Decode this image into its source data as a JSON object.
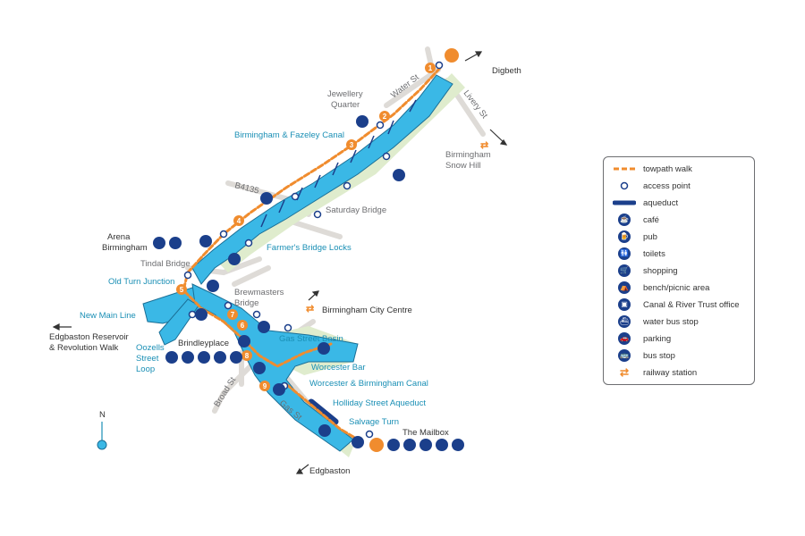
{
  "labels": {
    "digbeth": "Digbeth",
    "water_st": "Water St",
    "livery_st": "Livery St",
    "jewellery_quarter_1": "Jewellery",
    "jewellery_quarter_2": "Quarter",
    "fazeley_canal": "Birmingham & Fazeley Canal",
    "snow_hill_1": "Birmingham",
    "snow_hill_2": "Snow Hill",
    "b4135": "B4135",
    "saturday_bridge": "Saturday Bridge",
    "farmers_bridge": "Farmer's Bridge Locks",
    "arena_1": "Arena",
    "arena_2": "Birmingham",
    "tindal_bridge": "Tindal Bridge",
    "old_turn": "Old Turn Junction",
    "brewmasters_1": "Brewmasters",
    "brewmasters_2": "Bridge",
    "city_centre": "Birmingham City Centre",
    "new_main_line": "New Main Line",
    "edgbaston_res_1": "Edgbaston Reservoir",
    "edgbaston_res_2": "& Revolution Walk",
    "brindleyplace": "Brindleyplace",
    "oozells_1": "Oozells",
    "oozells_2": "Street",
    "oozells_3": "Loop",
    "gas_street_basin": "Gas Street Basin",
    "worcester_bar": "Worcester Bar",
    "worcester_canal": "Worcester & Birmingham Canal",
    "holliday_aqueduct": "Holliday Street Aqueduct",
    "salvage_turn": "Salvage Turn",
    "mailbox": "The Mailbox",
    "broad_st": "Broad St",
    "gas_st": "Gas St",
    "edgbaston": "Edgbaston",
    "north": "N"
  },
  "walk_numbers": [
    "1",
    "2",
    "3",
    "4",
    "5",
    "6",
    "7",
    "8",
    "9"
  ],
  "legend": {
    "items": [
      {
        "label": "towpath walk",
        "icon": "towpath-walk-icon"
      },
      {
        "label": "access point",
        "icon": "access-point-icon"
      },
      {
        "label": "aqueduct",
        "icon": "aqueduct-icon"
      },
      {
        "label": "café",
        "icon": "cafe-icon",
        "glyph": "☕"
      },
      {
        "label": "pub",
        "icon": "pub-icon",
        "glyph": "🍺"
      },
      {
        "label": "toilets",
        "icon": "toilets-icon",
        "glyph": "🚻"
      },
      {
        "label": "shopping",
        "icon": "shopping-icon",
        "glyph": "🛒"
      },
      {
        "label": "bench/picnic area",
        "icon": "bench-icon",
        "glyph": "⛺"
      },
      {
        "label": "Canal & River Trust office",
        "icon": "office-icon",
        "glyph": "▣"
      },
      {
        "label": "water bus stop",
        "icon": "water-bus-icon",
        "glyph": "⛴"
      },
      {
        "label": "parking",
        "icon": "parking-icon",
        "glyph": "🚗"
      },
      {
        "label": "bus stop",
        "icon": "bus-stop-icon",
        "glyph": "🚌"
      },
      {
        "label": "railway station",
        "icon": "railway-station-icon",
        "glyph": "⇄"
      }
    ]
  },
  "colors": {
    "canal": "#3ab8e6",
    "towpath": "#f08c2e",
    "aqueduct": "#1b3f8b",
    "facility": "#1b3f8b",
    "teal_text": "#1a8fb5",
    "grey_text": "#6d6e71",
    "green_bank": "#dfeccd",
    "road": "#dedbd7"
  }
}
